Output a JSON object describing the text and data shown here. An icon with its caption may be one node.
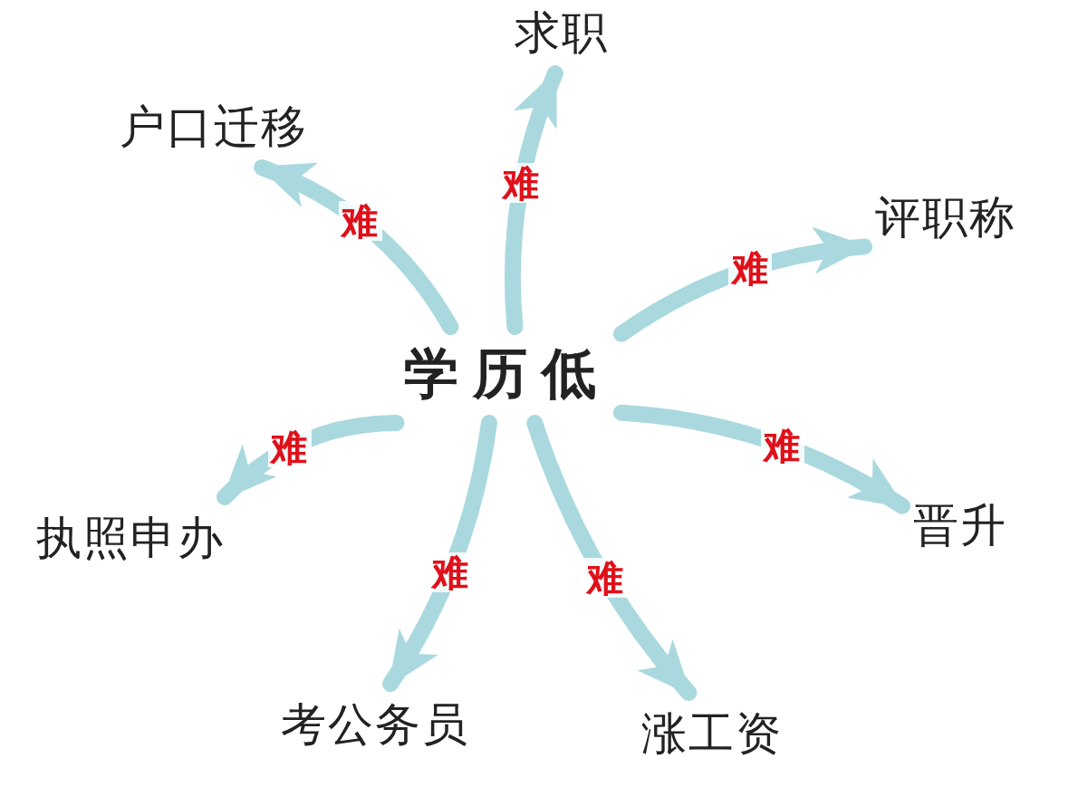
{
  "diagram": {
    "nodes": [
      {
        "text": [
          "学历低"
        ]
      },
      {
        "text": [
          "求职"
        ]
      },
      {
        "text": [
          "户口迁移"
        ]
      },
      {
        "text": [
          "评职称"
        ]
      },
      {
        "text": [
          "执照申办"
        ]
      },
      {
        "text": [
          "晋升"
        ]
      },
      {
        "text": [
          "考公务员"
        ]
      },
      {
        "text": [
          "涨工资"
        ]
      }
    ],
    "edges": [
      {
        "from": 0,
        "to": 1,
        "arrow": "to",
        "label": "难"
      },
      {
        "from": 0,
        "to": 2,
        "arrow": "to",
        "label": "难"
      },
      {
        "from": 0,
        "to": 3,
        "arrow": "to",
        "label": "难"
      },
      {
        "from": 0,
        "to": 4,
        "arrow": "to",
        "label": "难"
      },
      {
        "from": 0,
        "to": 5,
        "arrow": "to",
        "label": "难"
      },
      {
        "from": 0,
        "to": 6,
        "arrow": "to",
        "label": "难"
      },
      {
        "from": 0,
        "to": 7,
        "arrow": "to",
        "label": "难"
      }
    ]
  }
}
